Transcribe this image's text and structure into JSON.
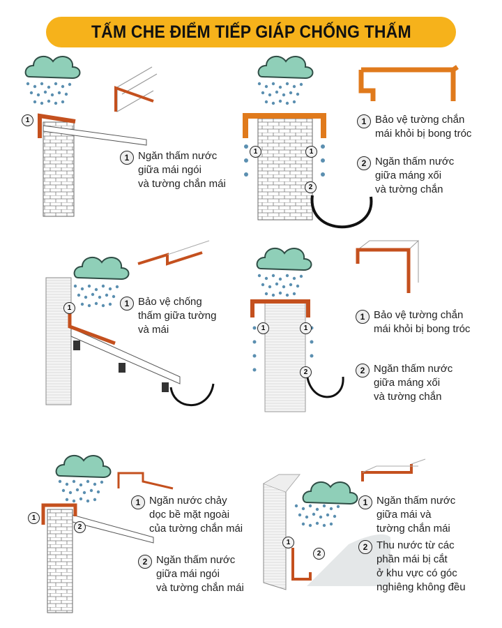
{
  "title": "TẤM CHE ĐIỂM TIẾP GIÁP CHỐNG THẤM",
  "panels": [
    {
      "notes": [
        {
          "num": "1",
          "lines": [
            "Ngăn thấm nước",
            "giữa mái ngói",
            "và tường chắn mái"
          ]
        }
      ]
    },
    {
      "notes": [
        {
          "num": "1",
          "lines": [
            "Bảo vệ tường chắn",
            "mái khỏi bị bong tróc"
          ]
        },
        {
          "num": "2",
          "lines": [
            "Ngăn thấm nước",
            "giữa máng xối",
            "và tường chắn"
          ]
        }
      ]
    },
    {
      "notes": [
        {
          "num": "1",
          "lines": [
            "Bảo vệ chống",
            "thấm giữa tường",
            "và mái"
          ]
        }
      ]
    },
    {
      "notes": [
        {
          "num": "1",
          "lines": [
            "Bảo vệ tường chắn",
            "mái khỏi bị bong tróc"
          ]
        },
        {
          "num": "2",
          "lines": [
            "Ngăn thấm nước",
            "giữa máng xối",
            "và tường chắn"
          ]
        }
      ]
    },
    {
      "notes": [
        {
          "num": "1",
          "lines": [
            "Ngăn nước chảy",
            "dọc bề mặt ngoài",
            "của tường chắn mái"
          ]
        },
        {
          "num": "2",
          "lines": [
            "Ngăn thấm nước",
            "giữa mái ngói",
            "và tường chắn mái"
          ]
        }
      ]
    },
    {
      "notes": [
        {
          "num": "1",
          "lines": [
            "Ngăn thấm nước",
            "giữa mái và",
            "tường chắn mái"
          ]
        },
        {
          "num": "2",
          "lines": [
            "Thu nước từ các",
            "phần mái bị cắt",
            "ở khu vực có góc",
            "nghiêng không đều"
          ]
        }
      ]
    }
  ],
  "colors": {
    "title_bg": "#f6b21b",
    "flashing": "#c4501e",
    "cloud": "#8fcfb8"
  }
}
